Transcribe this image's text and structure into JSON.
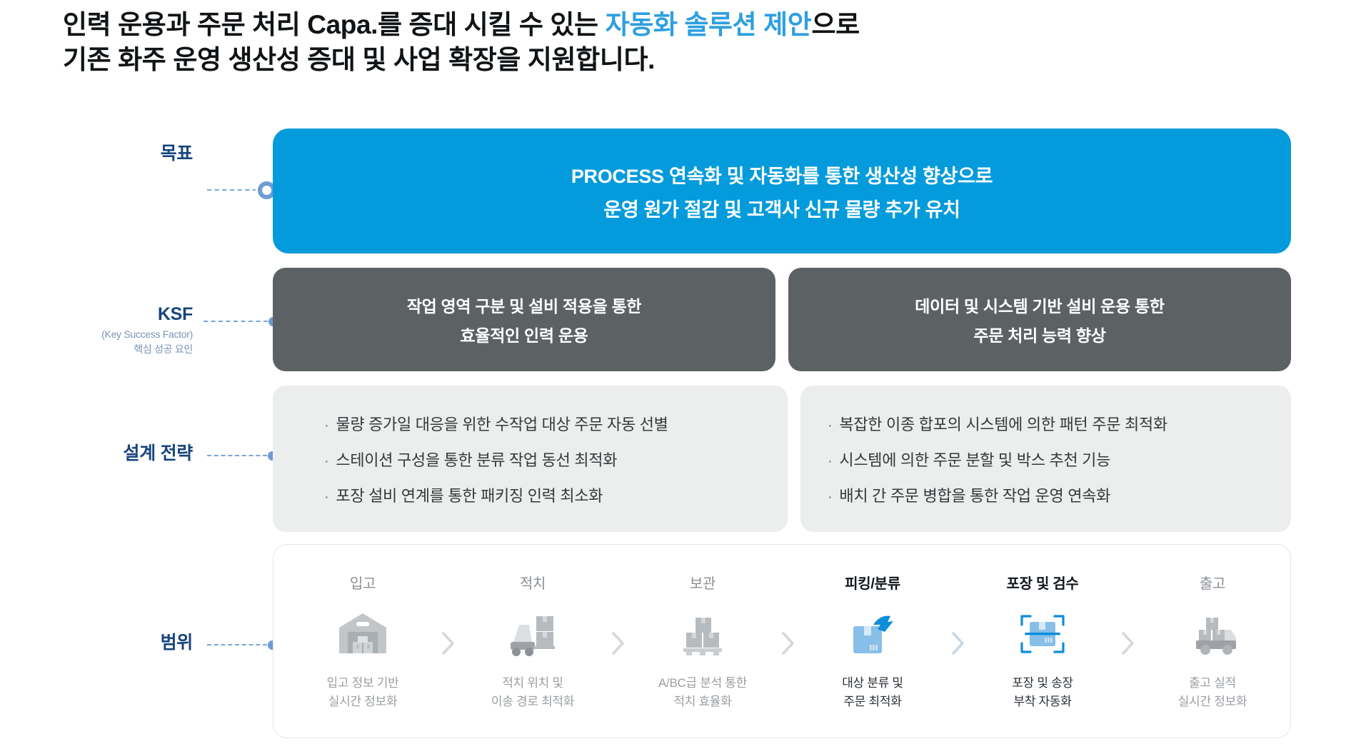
{
  "headline": {
    "line1_pre": "인력 운용과 주문 처리 Capa.를 증대 시킬 수 있는 ",
    "line1_accent": "자동화 솔루션 제안",
    "line1_post": "으로",
    "line2": "기존 화주 운영 생산성 증대 및 사업 확장을 지원합니다."
  },
  "colors": {
    "accent_blue": "#2e9fe0",
    "banner_blue": "#049bdc",
    "rail_navy": "#17457f",
    "connector_blue": "#6d9bd5",
    "ksf_gray": "#5c6164",
    "strategy_gray": "#eceded",
    "highlight_bg": "#eef5fb",
    "icon_gray": "#b7bbbe",
    "icon_blue": "#0d8ddb"
  },
  "rail": {
    "goal": {
      "label": "목표"
    },
    "ksf": {
      "label": "KSF",
      "sub_en": "(Key Success Factor)",
      "sub_ko": "핵심 성공 요인"
    },
    "strategy": {
      "label": "설계 전략"
    },
    "scope": {
      "label": "범위"
    }
  },
  "goal_banner": {
    "line1": "PROCESS 연속화 및 자동화를 통한 생산성 향상으로",
    "line2": "운영 원가 절감 및 고객사 신규 물량 추가 유치"
  },
  "ksf_boxes": [
    {
      "line1": "작업 영역 구분 및 설비 적용을 통한",
      "line2": "효율적인 인력 운용"
    },
    {
      "line1": "데이터 및 시스템 기반 설비 운용 통한",
      "line2": "주문 처리 능력 향상"
    }
  ],
  "strategy_boxes": [
    {
      "bullets": [
        "물량 증가일 대응을 위한 수작업 대상 주문 자동 선별",
        "스테이션 구성을 통한 분류 작업 동선 최적화",
        "포장 설비 연계를 통한 패키징 인력 최소화"
      ]
    },
    {
      "bullets": [
        "복잡한 이종 합포의 시스템에 의한 패턴 주문 최적화",
        "시스템에 의한 주문 분할 및 박스 추천 기능",
        "배치 간 주문 병합을 통한 작업 운영 연속화"
      ]
    }
  ],
  "bullet_marker": "·",
  "scope_flow": {
    "steps": [
      {
        "title": "입고",
        "icon": "warehouse-icon",
        "desc_line1": "입고 정보 기반",
        "desc_line2": "실시간 정보화",
        "highlighted": false
      },
      {
        "title": "적치",
        "icon": "forklift-icon",
        "desc_line1": "적치 위치 및",
        "desc_line2": "이송 경로 최적화",
        "highlighted": false
      },
      {
        "title": "보관",
        "icon": "pallet-boxes-icon",
        "desc_line1": "A/BC급 분석 통한",
        "desc_line2": "적치 효율화",
        "highlighted": false
      },
      {
        "title": "피킹/분류",
        "icon": "hand-picking-box-icon",
        "desc_line1": "대상 분류 및",
        "desc_line2": "주문 최적화",
        "highlighted": true
      },
      {
        "title": "포장 및 검수",
        "icon": "box-scan-icon",
        "desc_line1": "포장 및 송장",
        "desc_line2": "부착 자동화",
        "highlighted": true
      },
      {
        "title": "출고",
        "icon": "delivery-truck-icon",
        "desc_line1": "출고 실적",
        "desc_line2": "실시간 정보화",
        "highlighted": false
      }
    ],
    "arrow_icon": "chevron-right-icon"
  }
}
